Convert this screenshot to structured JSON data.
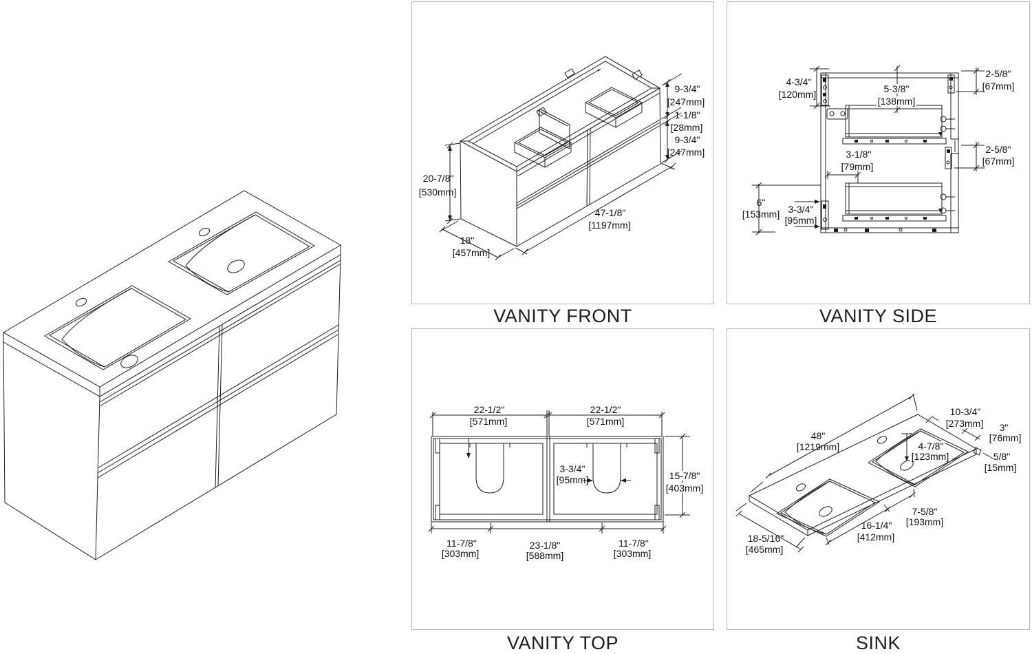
{
  "panels": {
    "front": {
      "title": "VANITY FRONT",
      "dims": {
        "height": {
          "in": "20-7/8\"",
          "mm": "[530mm]"
        },
        "depth": {
          "in": "18\"",
          "mm": "[457mm]"
        },
        "width": {
          "in": "47-1/8\"",
          "mm": "[1197mm]"
        },
        "drawer_top": {
          "in": "9-3/4\"",
          "mm": "[247mm]"
        },
        "drawer_gap": {
          "in": "1-1/8\"",
          "mm": "[28mm]"
        },
        "drawer_bottom": {
          "in": "9-3/4\"",
          "mm": "[247mm]"
        }
      }
    },
    "side": {
      "title": "VANITY SIDE",
      "dims": {
        "mount_top": {
          "in": "4-3/4\"",
          "mm": "[120mm]"
        },
        "top_to_drawer": {
          "in": "5-3/8\"",
          "mm": "[138mm]"
        },
        "front_top": {
          "in": "2-5/8\"",
          "mm": "[67mm]"
        },
        "back_gap": {
          "in": "3-1/8\"",
          "mm": "[79mm]"
        },
        "front_mid": {
          "in": "2-5/8\"",
          "mm": "[67mm]"
        },
        "bottom_zone": {
          "in": "6\"",
          "mm": "[153mm]"
        },
        "mount_bottom": {
          "in": "3-3/4\"",
          "mm": "[95mm]"
        }
      }
    },
    "top": {
      "title": "VANITY TOP",
      "dims": {
        "left_half": {
          "in": "22-1/2\"",
          "mm": "[571mm]"
        },
        "right_half": {
          "in": "22-1/2\"",
          "mm": "[571mm]"
        },
        "cutout": {
          "in": "3-3/4\"",
          "mm": "[95mm]"
        },
        "depth": {
          "in": "15-7/8\"",
          "mm": "[403mm]"
        },
        "bottom_left": {
          "in": "11-7/8\"",
          "mm": "[303mm]"
        },
        "bottom_center": {
          "in": "23-1/8\"",
          "mm": "[588mm]"
        },
        "bottom_right": {
          "in": "11-7/8\"",
          "mm": "[303mm]"
        }
      }
    },
    "sink": {
      "title": "SINK",
      "dims": {
        "width": {
          "in": "48\"",
          "mm": "[1219mm]"
        },
        "basin_back": {
          "in": "10-3/4\"",
          "mm": "[273mm]"
        },
        "backsplash": {
          "in": "3\"",
          "mm": "[76mm]"
        },
        "faucet_to_drain": {
          "in": "4-7/8\"",
          "mm": "[123mm]"
        },
        "edge_thickness": {
          "in": "5/8\"",
          "mm": "[15mm]"
        },
        "basin_gap": {
          "in": "7-5/8\"",
          "mm": "[193mm]"
        },
        "basin_length": {
          "in": "16-1/4\"",
          "mm": "[412mm]"
        },
        "depth": {
          "in": "18-5/16\"",
          "mm": "[465mm]"
        }
      }
    }
  }
}
